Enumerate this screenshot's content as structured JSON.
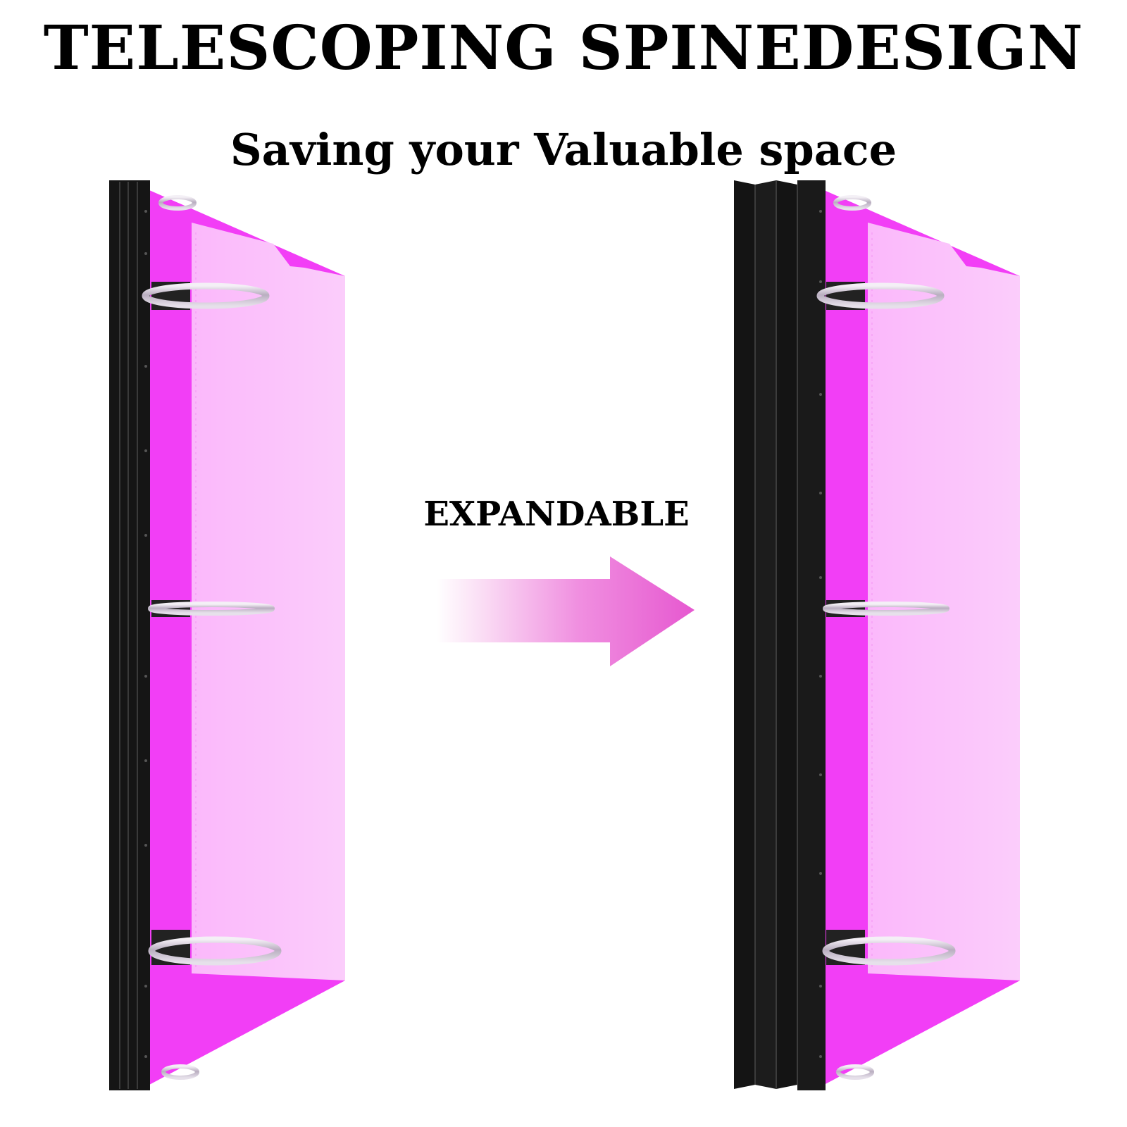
{
  "title": "TELESCOPING SPINEDESIGN",
  "subtitle": "Saving your Valuable space",
  "arrow_label": "EXPANDABLE",
  "colors": {
    "cover_magenta": "#f03cf5",
    "page_pink": "#fbc4fb",
    "spine_black": "#111111",
    "arrow_pink": "#e85ad2",
    "ring_silver": "#c9c2cc"
  },
  "binders": [
    {
      "name": "collapsed-binder",
      "state": "collapsed"
    },
    {
      "name": "expanded-binder",
      "state": "expanded"
    }
  ]
}
